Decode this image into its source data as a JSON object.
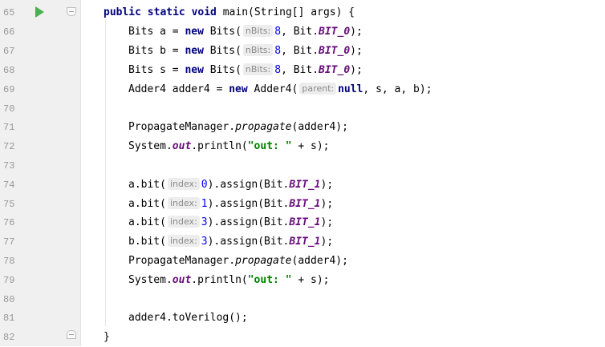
{
  "editor": {
    "lines": [
      {
        "n": "65"
      },
      {
        "n": "66"
      },
      {
        "n": "67"
      },
      {
        "n": "68"
      },
      {
        "n": "69"
      },
      {
        "n": "70"
      },
      {
        "n": "71"
      },
      {
        "n": "72"
      },
      {
        "n": "73"
      },
      {
        "n": "74"
      },
      {
        "n": "75"
      },
      {
        "n": "76"
      },
      {
        "n": "77"
      },
      {
        "n": "78"
      },
      {
        "n": "79"
      },
      {
        "n": "80"
      },
      {
        "n": "81"
      },
      {
        "n": "82"
      }
    ]
  },
  "code": {
    "l65": {
      "kw1": "public static void",
      "t1": " main(String[] args) {"
    },
    "l66": {
      "t1": "Bits a = ",
      "kw": "new",
      "t2": " Bits(",
      "hint": "nBits:",
      "num": "8",
      "t3": ", Bit.",
      "field": "BIT_0",
      "t4": ");"
    },
    "l67": {
      "t1": "Bits b = ",
      "kw": "new",
      "t2": " Bits(",
      "hint": "nBits:",
      "num": "8",
      "t3": ", Bit.",
      "field": "BIT_0",
      "t4": ");"
    },
    "l68": {
      "t1": "Bits s = ",
      "kw": "new",
      "t2": " Bits(",
      "hint": "nBits:",
      "num": "8",
      "t3": ", Bit.",
      "field": "BIT_0",
      "t4": ");"
    },
    "l69": {
      "t1": "Adder4 adder4 = ",
      "kw": "new",
      "t2": " Adder4(",
      "hint": "parent:",
      "kw2": "null",
      "t3": ", s, a, b);"
    },
    "l71": {
      "t1": "PropagateManager.",
      "m": "propagate",
      "t2": "(adder4);"
    },
    "l72": {
      "t1": "System.",
      "field": "out",
      "t2": ".println(",
      "str": "\"out: \"",
      "t3": " + s);"
    },
    "l74": {
      "t1": "a.bit(",
      "hint": "index:",
      "num": "0",
      "t2": ").assign(Bit.",
      "field": "BIT_1",
      "t3": ");"
    },
    "l75": {
      "t1": "a.bit(",
      "hint": "index:",
      "num": "1",
      "t2": ").assign(Bit.",
      "field": "BIT_1",
      "t3": ");"
    },
    "l76": {
      "t1": "a.bit(",
      "hint": "index:",
      "num": "3",
      "t2": ").assign(Bit.",
      "field": "BIT_1",
      "t3": ");"
    },
    "l77": {
      "t1": "b.bit(",
      "hint": "index:",
      "num": "3",
      "t2": ").assign(Bit.",
      "field": "BIT_1",
      "t3": ");"
    },
    "l78": {
      "t1": "PropagateManager.",
      "m": "propagate",
      "t2": "(adder4);"
    },
    "l79": {
      "t1": "System.",
      "field": "out",
      "t2": ".println(",
      "str": "\"out: \"",
      "t3": " + s);"
    },
    "l81": {
      "t1": "adder4.toVerilog();"
    },
    "l82": {
      "t1": "}"
    }
  },
  "colors": {
    "keyword": "#000080",
    "number": "#0000ff",
    "string": "#008000",
    "field": "#660e7a",
    "run_icon": "#4caf50",
    "gutter_bg": "#f0f0f0"
  },
  "icons": {
    "run": "run-triangle-icon",
    "fold_start": "fold-start-icon",
    "fold_end": "fold-end-icon"
  }
}
